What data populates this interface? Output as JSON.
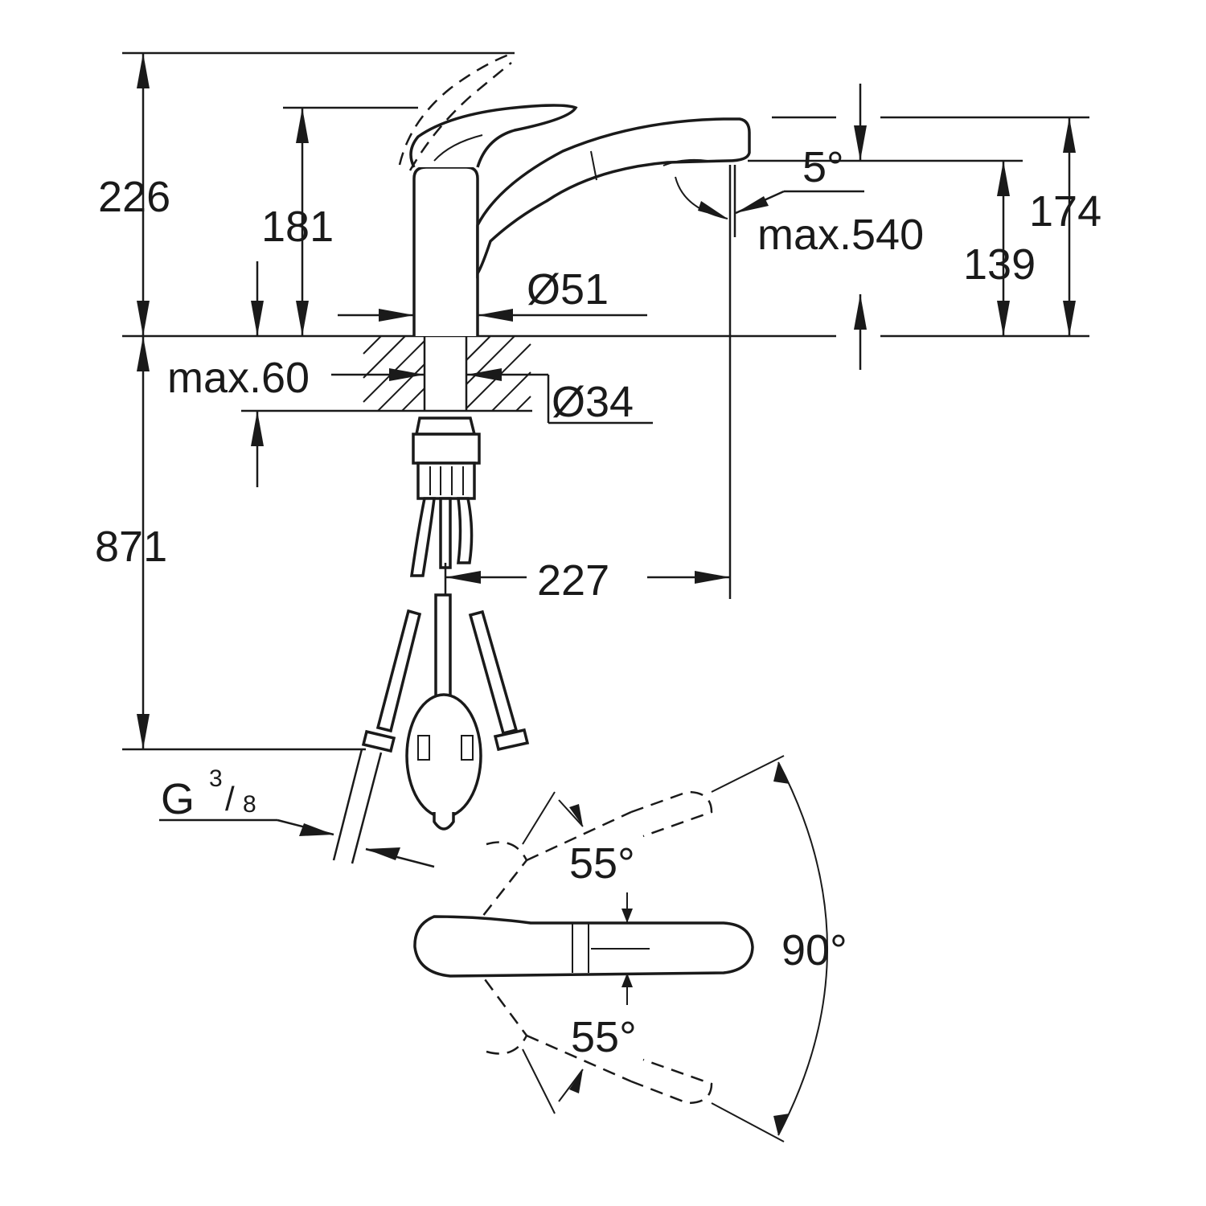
{
  "drawing": {
    "subject": "single-lever kitchen mixer with pull-out spout",
    "colors": {
      "line": "#1a1a1a",
      "background": "#ffffff"
    }
  },
  "dimensions": {
    "total_height": "226",
    "body_height": "181",
    "spout_height": "174",
    "outlet_height": "139",
    "spout_tilt": "5°",
    "hose_extension": "max.540",
    "body_diameter": "Ø51",
    "deck_thickness": "max.60",
    "hole_diameter": "Ø34",
    "below_deck": "871",
    "spout_reach": "227",
    "connection": {
      "prefix": "G",
      "numerator": "3",
      "separator": "/",
      "denominator": "8"
    }
  },
  "lever_plan": {
    "swing_up": "55°",
    "swing_down": "55°",
    "total_swing": "90°"
  }
}
